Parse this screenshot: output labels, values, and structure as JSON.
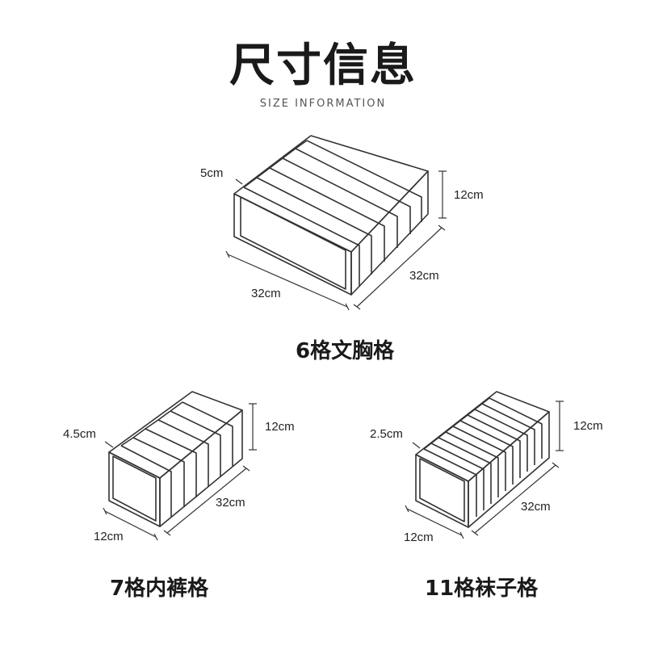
{
  "header": {
    "title": "尺寸信息",
    "subtitle": "SIZE INFORMATION"
  },
  "products": [
    {
      "name": "6格文胸格",
      "dims": {
        "width": "32cm",
        "depth": "32cm",
        "height": "12cm",
        "slot": "5cm"
      }
    },
    {
      "name": "7格内裤格",
      "dims": {
        "width": "12cm",
        "depth": "32cm",
        "height": "12cm",
        "slot": "4.5cm"
      }
    },
    {
      "name": "11格袜子格",
      "dims": {
        "width": "12cm",
        "depth": "32cm",
        "height": "12cm",
        "slot": "2.5cm"
      }
    }
  ]
}
